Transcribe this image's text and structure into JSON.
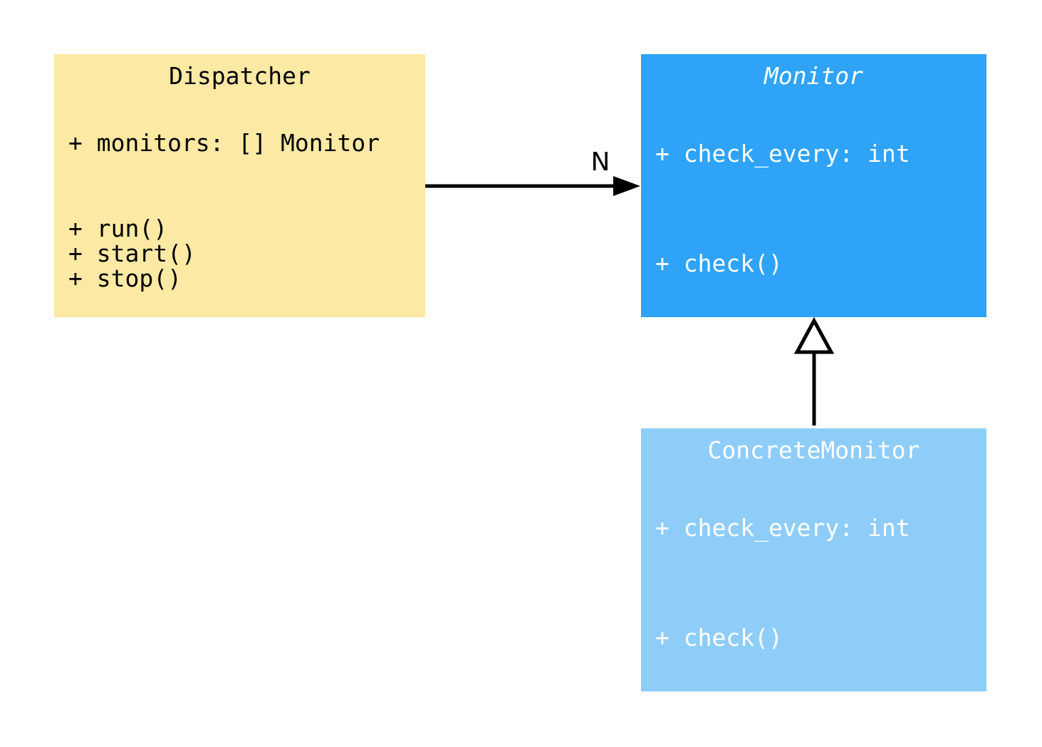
{
  "canvas": {
    "background": "#ffffff",
    "line_color": "#000000"
  },
  "diagram": {
    "classes": [
      {
        "name": "Dispatcher",
        "fill": "#fce9a4",
        "text_color": "#000000",
        "attributes": [
          "+ monitors: [] Monitor"
        ],
        "methods": [
          "+ run()",
          "+ start()",
          "+ stop()"
        ]
      },
      {
        "name": "Monitor",
        "fill": "#2ea3f8",
        "text_color": "#ffffff",
        "abstract": true,
        "attributes": [
          "+ check_every: int"
        ],
        "methods": [
          "+ check()"
        ]
      },
      {
        "name": "ConcreteMonitor",
        "fill": "#8fcdf9",
        "text_color": "#ffffff",
        "attributes": [
          "+ check_every: int"
        ],
        "methods": [
          "+ check()"
        ]
      }
    ],
    "relations": [
      {
        "type": "association",
        "from": "Dispatcher",
        "to": "Monitor",
        "multiplicity_label": "N"
      },
      {
        "type": "inheritance",
        "from": "ConcreteMonitor",
        "to": "Monitor"
      }
    ]
  }
}
